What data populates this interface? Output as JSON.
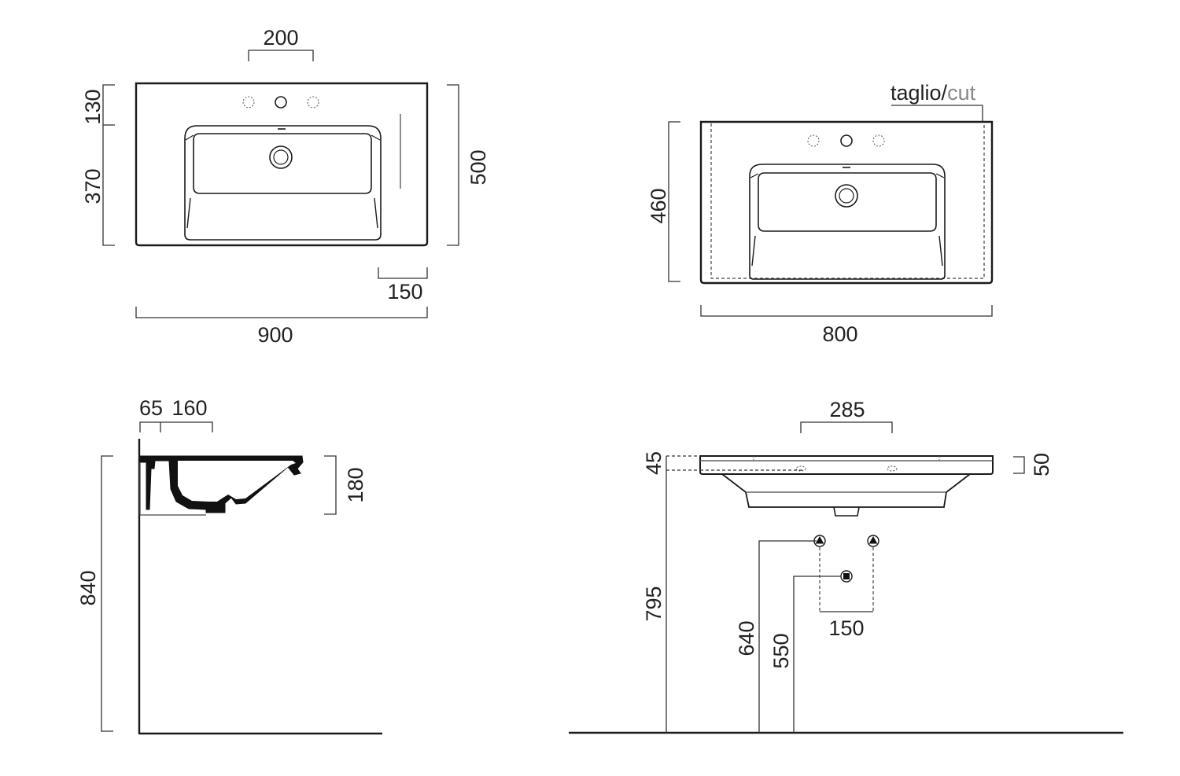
{
  "top_view": {
    "dims": {
      "tap_spacing": "200",
      "back_depth": "130",
      "bowl_depth": "370",
      "total_depth": "500",
      "side_offset": "150",
      "width": "900"
    }
  },
  "cut_view": {
    "cut_label_main": "taglio/",
    "cut_label_en": "cut",
    "dims": {
      "depth": "460",
      "width": "800"
    }
  },
  "side_view": {
    "dims": {
      "wall_gap": "65",
      "tap_offset": "160",
      "bowl_height": "180",
      "mount_height": "840"
    }
  },
  "front_view": {
    "dims": {
      "bracket_spacing": "285",
      "rim_left": "45",
      "rim_right": "50",
      "top_height": "795",
      "supply_height": "640",
      "drain_height": "550",
      "supply_spacing": "150"
    }
  },
  "colors": {
    "line": "#1a1a1a",
    "cut_text": "#888888"
  }
}
